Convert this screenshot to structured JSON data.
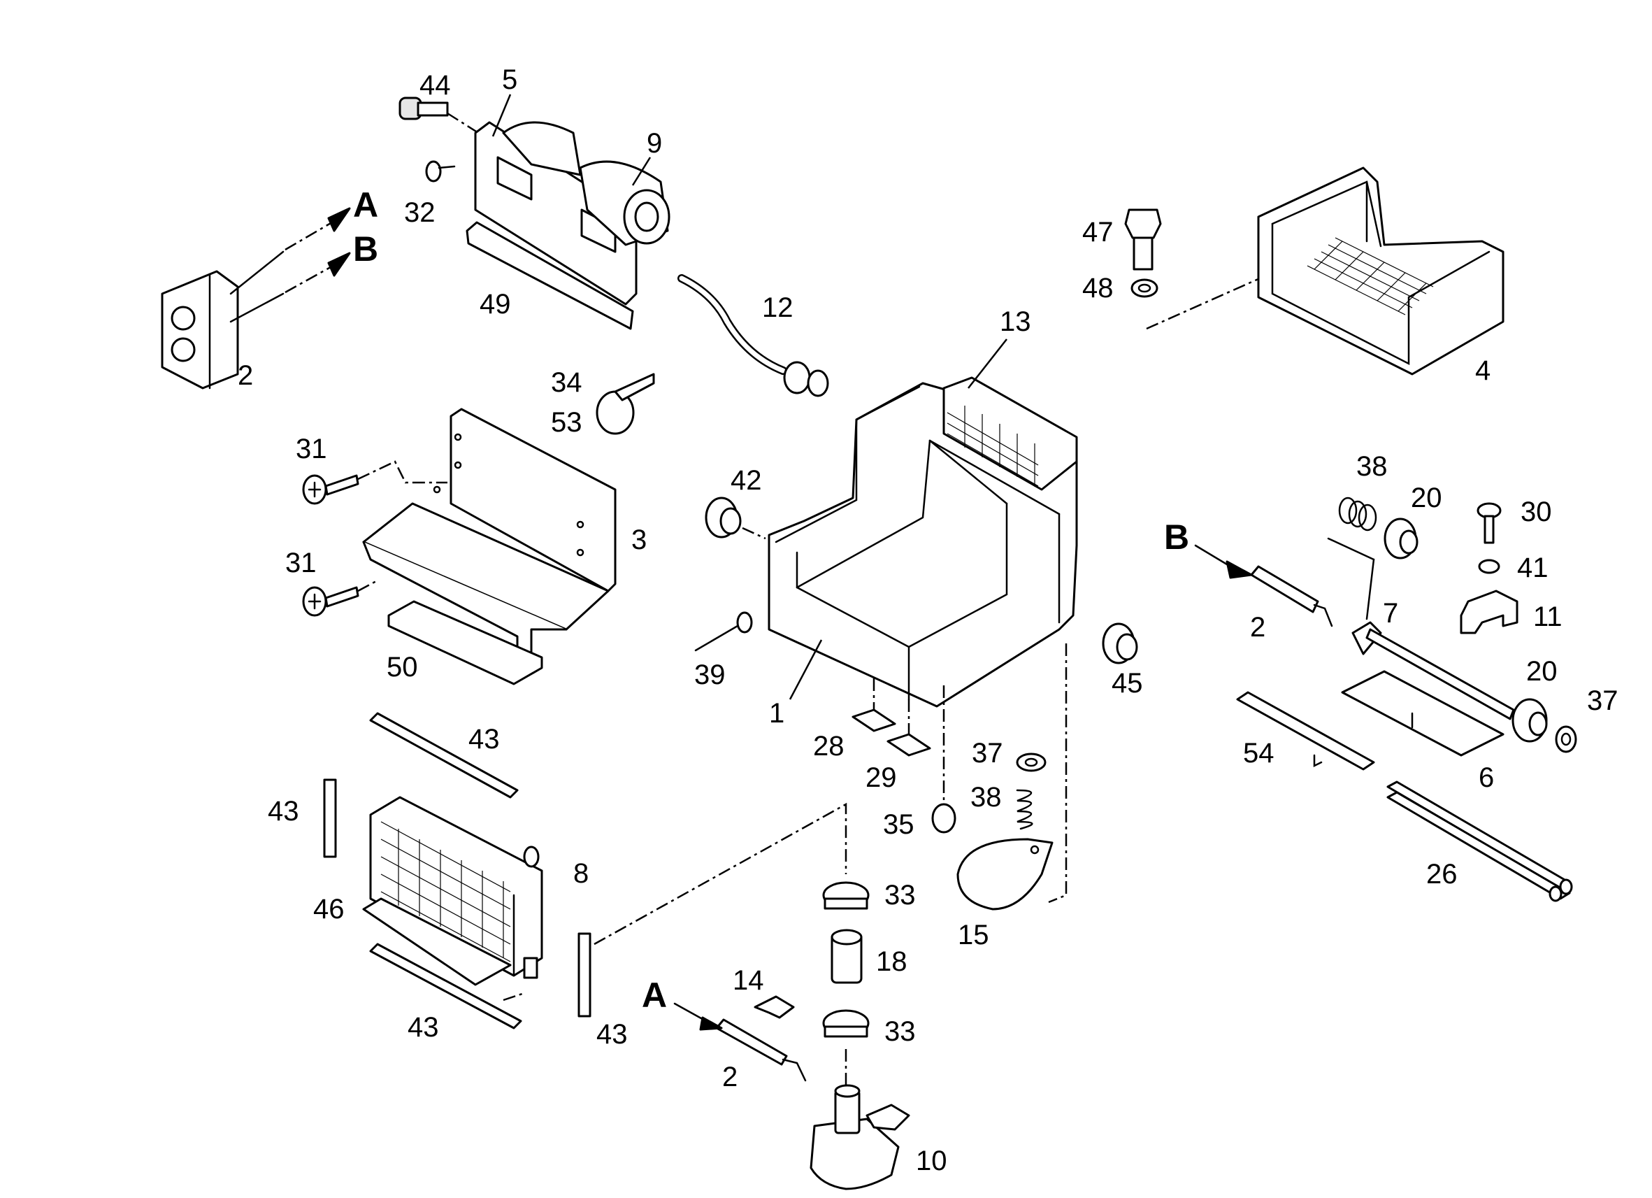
{
  "callouts": {
    "c44": "44",
    "c5": "5",
    "c9": "9",
    "c32": "32",
    "c49": "49",
    "c2a": "2",
    "c12": "12",
    "c13": "13",
    "c47": "47",
    "c48": "48",
    "c4": "4",
    "c34": "34",
    "c53": "53",
    "c31a": "31",
    "c31b": "31",
    "c3": "3",
    "c50": "50",
    "c42": "42",
    "c39": "39",
    "c1": "1",
    "c45": "45",
    "c28": "28",
    "c29": "29",
    "c37a": "37",
    "c38a": "38",
    "c35": "35",
    "c15": "15",
    "c38b": "38",
    "c20a": "20",
    "c30": "30",
    "c41": "41",
    "c11": "11",
    "c2b": "2",
    "c7": "7",
    "c20b": "20",
    "c37b": "37",
    "c54": "54",
    "c6": "6",
    "c26": "26",
    "c43a": "43",
    "c43b": "43",
    "c8": "8",
    "c46": "46",
    "c43c": "43",
    "c43d": "43",
    "c33a": "33",
    "c18": "18",
    "c33b": "33",
    "c14": "14",
    "c2c": "2",
    "c10": "10"
  },
  "markers": {
    "a_top": "A",
    "b_top": "B",
    "b_right": "B",
    "a_bottom": "A"
  }
}
